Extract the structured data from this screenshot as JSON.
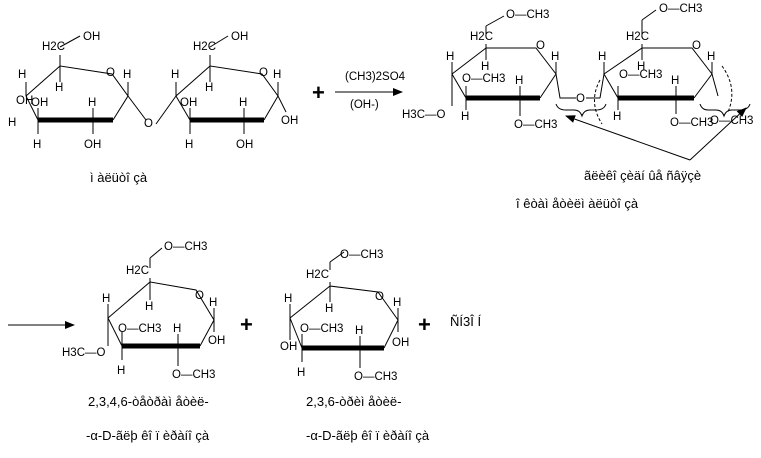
{
  "reagent": {
    "reactant": "(CH3)2SO4",
    "condition": "(OH-)"
  },
  "captions": {
    "maltose": "ì àëüòî çà",
    "cleavage_note": "ãëèêî çèäí ûå ñâÿçè",
    "methyl_maltoside": "î êòàì åòèëì àëüòî çà",
    "tetramethyl_line1": "2,3,4,6-òåòðàì åòèë-",
    "tetramethyl_line2": "-α-D-ãëþ êî ï èðàíî çà",
    "trimethyl_line1": "2,3,6-òðèì åòèë-",
    "trimethyl_line2": "-α-D-ãëþ êî ï èðàíî çà",
    "methanol": "ÑÍ3Î Í"
  },
  "atom_labels": {
    "oh": "OH",
    "h": "H",
    "o": "O",
    "h2c": "H2C",
    "och3": "O—CH3",
    "h3co": "H3C—O"
  },
  "colors": {
    "ink": "#000000",
    "background": "#ffffff"
  }
}
